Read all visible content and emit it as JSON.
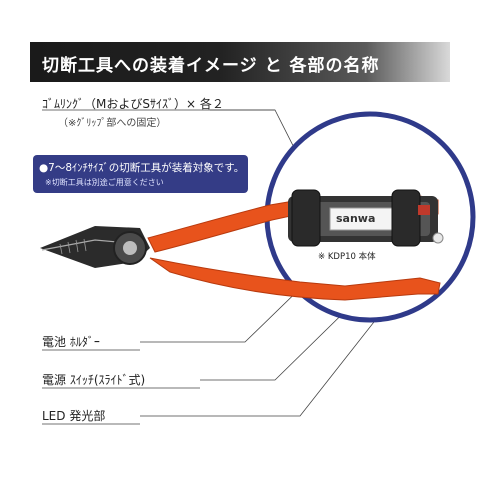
{
  "header": {
    "title": "切断工具への装着イメージ と 各部の名称"
  },
  "labels": {
    "rubber_ring": "ｺﾞﾑﾘﾝｸﾞ（MおよびSｻｲｽﾞ）× 各２",
    "rubber_ring_note": "（※ｸﾞﾘｯﾌﾟ部への固定）",
    "battery_holder": "電池 ﾎﾙﾀﾞｰ",
    "power_switch": "電源 ｽｲｯﾁ(ｽﾗｲﾄﾞ式)",
    "led": "LED 発光部"
  },
  "note": {
    "bullet": "●",
    "main": "7～8ｲﾝﾁｻｲｽﾞの切断工具が装着対象です。",
    "sub": "※切断工具は別途ご用意ください"
  },
  "product": {
    "caption": "※ KDP10 本体",
    "brand": "sanwa"
  },
  "colors": {
    "handle_orange": "#e8531c",
    "circle_blue": "#2f3a8a",
    "note_bg": "#343c86",
    "header_dark": "#1a1a1a"
  }
}
